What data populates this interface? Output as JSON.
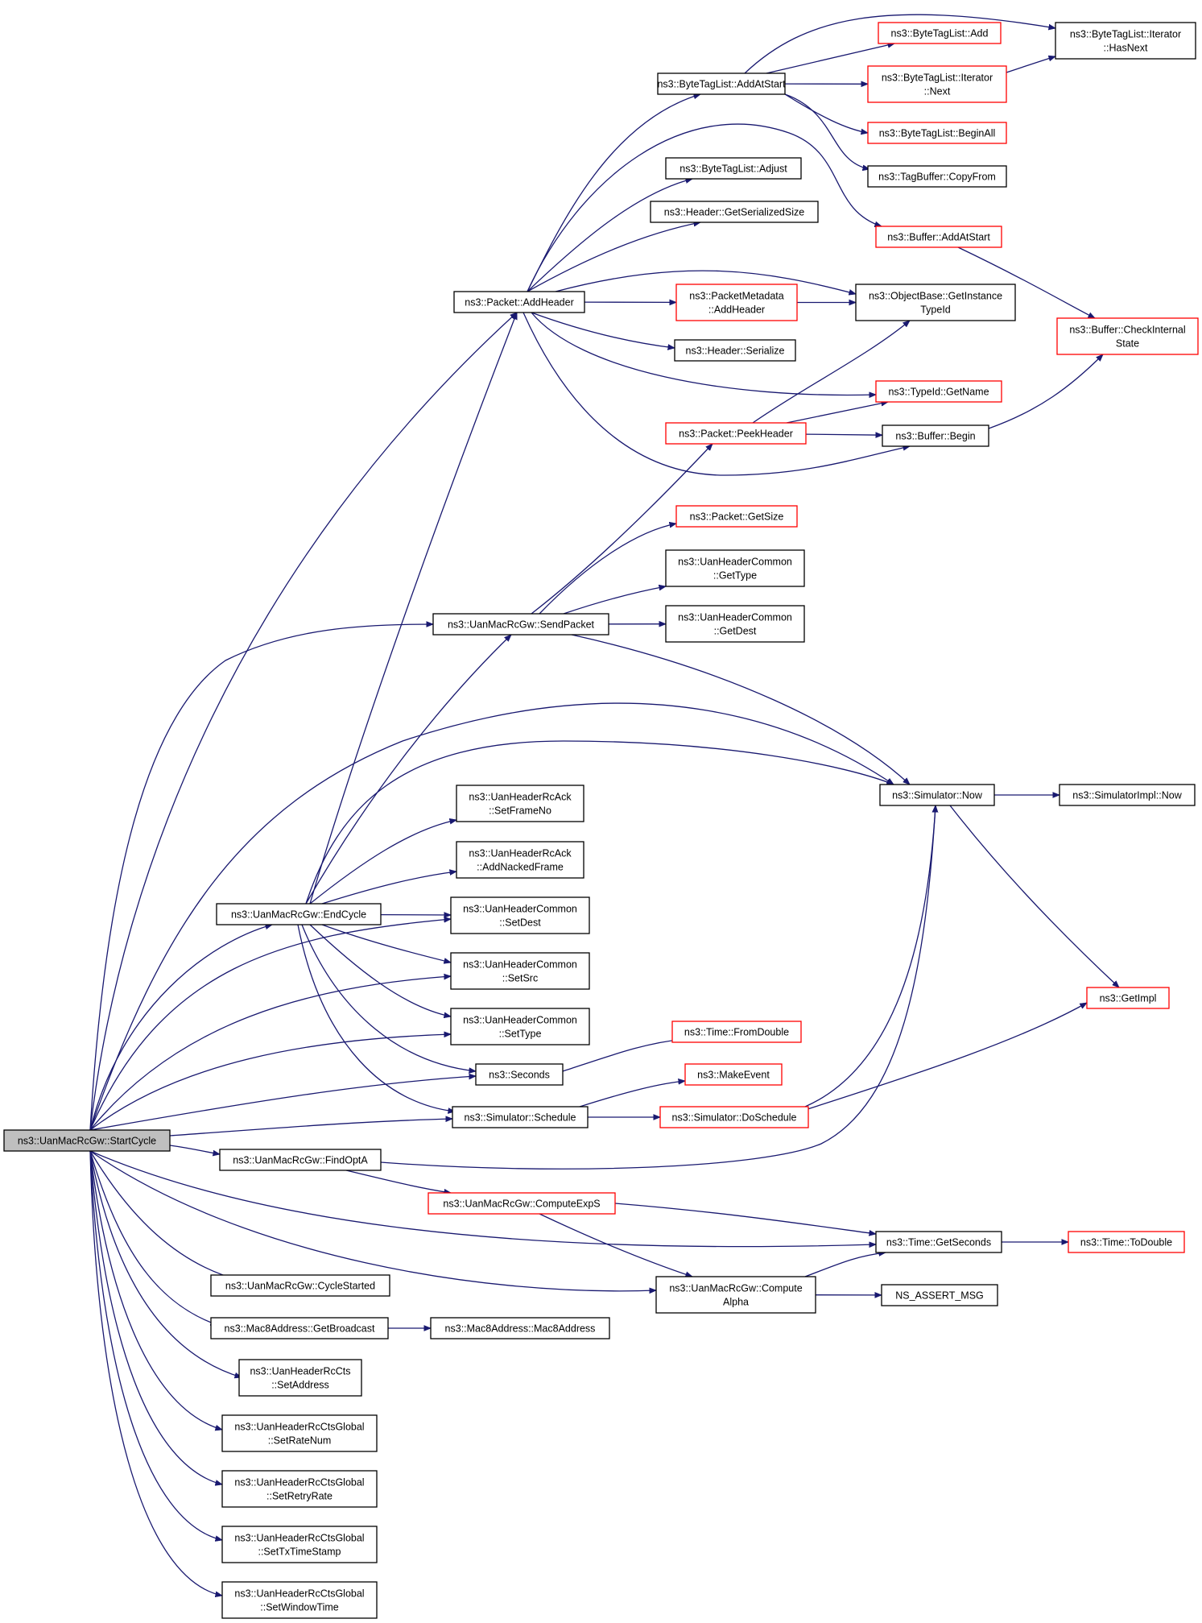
{
  "colors": {
    "edge": "#191970",
    "node_border": "#000000",
    "truncated_border": "#ff0000",
    "root_fill": "#bfbfbf",
    "background": "#ffffff"
  },
  "nodes": [
    {
      "id": "startcycle",
      "lines": [
        "ns3::UanMacRcGw::StartCycle"
      ],
      "kind": "root"
    },
    {
      "id": "bytetaglist-addatstart",
      "lines": [
        "ns3::ByteTagList::AddAtStart"
      ],
      "kind": "normal"
    },
    {
      "id": "bytetaglist-add",
      "lines": [
        "ns3::ByteTagList::Add"
      ],
      "kind": "truncated"
    },
    {
      "id": "iterator-hasnext",
      "lines": [
        "ns3::ByteTagList::Iterator",
        "::HasNext"
      ],
      "kind": "normal"
    },
    {
      "id": "iterator-next",
      "lines": [
        "ns3::ByteTagList::Iterator",
        "::Next"
      ],
      "kind": "truncated"
    },
    {
      "id": "bytetaglist-beginall",
      "lines": [
        "ns3::ByteTagList::BeginAll"
      ],
      "kind": "truncated"
    },
    {
      "id": "tagbuffer-copyfrom",
      "lines": [
        "ns3::TagBuffer::CopyFrom"
      ],
      "kind": "normal"
    },
    {
      "id": "bytetaglist-adjust",
      "lines": [
        "ns3::ByteTagList::Adjust"
      ],
      "kind": "normal"
    },
    {
      "id": "header-getserializedsize",
      "lines": [
        "ns3::Header::GetSerializedSize"
      ],
      "kind": "normal"
    },
    {
      "id": "buffer-addatstart",
      "lines": [
        "ns3::Buffer::AddAtStart"
      ],
      "kind": "truncated"
    },
    {
      "id": "packet-addheader",
      "lines": [
        "ns3::Packet::AddHeader"
      ],
      "kind": "normal"
    },
    {
      "id": "packetmetadata-addheader",
      "lines": [
        "ns3::PacketMetadata",
        "::AddHeader"
      ],
      "kind": "truncated"
    },
    {
      "id": "objectbase-getinstancetypeid",
      "lines": [
        "ns3::ObjectBase::GetInstance",
        "TypeId"
      ],
      "kind": "normal"
    },
    {
      "id": "buffer-checkinternalstate",
      "lines": [
        "ns3::Buffer::CheckInternal",
        "State"
      ],
      "kind": "truncated"
    },
    {
      "id": "header-serialize",
      "lines": [
        "ns3::Header::Serialize"
      ],
      "kind": "normal"
    },
    {
      "id": "typeid-getname",
      "lines": [
        "ns3::TypeId::GetName"
      ],
      "kind": "truncated"
    },
    {
      "id": "packet-peekheader",
      "lines": [
        "ns3::Packet::PeekHeader"
      ],
      "kind": "truncated"
    },
    {
      "id": "buffer-begin",
      "lines": [
        "ns3::Buffer::Begin"
      ],
      "kind": "normal"
    },
    {
      "id": "packet-getsize",
      "lines": [
        "ns3::Packet::GetSize"
      ],
      "kind": "truncated"
    },
    {
      "id": "uanheadercommon-gettype",
      "lines": [
        "ns3::UanHeaderCommon",
        "::GetType"
      ],
      "kind": "normal"
    },
    {
      "id": "uanmacrcgw-sendpacket",
      "lines": [
        "ns3::UanMacRcGw::SendPacket"
      ],
      "kind": "normal"
    },
    {
      "id": "uanheadercommon-getdest",
      "lines": [
        "ns3::UanHeaderCommon",
        "::GetDest"
      ],
      "kind": "normal"
    },
    {
      "id": "simulator-now",
      "lines": [
        "ns3::Simulator::Now"
      ],
      "kind": "normal"
    },
    {
      "id": "simulatorimpl-now",
      "lines": [
        "ns3::SimulatorImpl::Now"
      ],
      "kind": "normal"
    },
    {
      "id": "uanheaderrcack-setframeno",
      "lines": [
        "ns3::UanHeaderRcAck",
        "::SetFrameNo"
      ],
      "kind": "normal"
    },
    {
      "id": "uanheaderrcack-addnackedframe",
      "lines": [
        "ns3::UanHeaderRcAck",
        "::AddNackedFrame"
      ],
      "kind": "normal"
    },
    {
      "id": "uanmacrcgw-endcycle",
      "lines": [
        "ns3::UanMacRcGw::EndCycle"
      ],
      "kind": "normal"
    },
    {
      "id": "uanheadercommon-setdest",
      "lines": [
        "ns3::UanHeaderCommon",
        "::SetDest"
      ],
      "kind": "normal"
    },
    {
      "id": "uanheadercommon-setsrc",
      "lines": [
        "ns3::UanHeaderCommon",
        "::SetSrc"
      ],
      "kind": "normal"
    },
    {
      "id": "getimpl",
      "lines": [
        "ns3::GetImpl"
      ],
      "kind": "truncated"
    },
    {
      "id": "uanheadercommon-settype",
      "lines": [
        "ns3::UanHeaderCommon",
        "::SetType"
      ],
      "kind": "normal"
    },
    {
      "id": "time-fromdouble",
      "lines": [
        "ns3::Time::FromDouble"
      ],
      "kind": "truncated"
    },
    {
      "id": "seconds",
      "lines": [
        "ns3::Seconds"
      ],
      "kind": "normal"
    },
    {
      "id": "makeevent",
      "lines": [
        "ns3::MakeEvent"
      ],
      "kind": "truncated"
    },
    {
      "id": "simulator-schedule",
      "lines": [
        "ns3::Simulator::Schedule"
      ],
      "kind": "normal"
    },
    {
      "id": "simulator-doschedule",
      "lines": [
        "ns3::Simulator::DoSchedule"
      ],
      "kind": "truncated"
    },
    {
      "id": "uanmacrcgw-findopta",
      "lines": [
        "ns3::UanMacRcGw::FindOptA"
      ],
      "kind": "normal"
    },
    {
      "id": "uanmacrcgw-computeexps",
      "lines": [
        "ns3::UanMacRcGw::ComputeExpS"
      ],
      "kind": "truncated"
    },
    {
      "id": "time-getseconds",
      "lines": [
        "ns3::Time::GetSeconds"
      ],
      "kind": "normal"
    },
    {
      "id": "time-todouble",
      "lines": [
        "ns3::Time::ToDouble"
      ],
      "kind": "truncated"
    },
    {
      "id": "uanmacrcgw-cyclestarted",
      "lines": [
        "ns3::UanMacRcGw::CycleStarted"
      ],
      "kind": "normal"
    },
    {
      "id": "uanmacrcgw-computealpha",
      "lines": [
        "ns3::UanMacRcGw::Compute",
        "Alpha"
      ],
      "kind": "normal"
    },
    {
      "id": "ns-assert-msg",
      "lines": [
        "NS_ASSERT_MSG"
      ],
      "kind": "normal"
    },
    {
      "id": "mac8address-getbroadcast",
      "lines": [
        "ns3::Mac8Address::GetBroadcast"
      ],
      "kind": "normal"
    },
    {
      "id": "mac8address-mac8address",
      "lines": [
        "ns3::Mac8Address::Mac8Address"
      ],
      "kind": "normal"
    },
    {
      "id": "uanheaderrccts-setaddress",
      "lines": [
        "ns3::UanHeaderRcCts",
        "::SetAddress"
      ],
      "kind": "normal"
    },
    {
      "id": "uanheaderrcctsglobal-setratenum",
      "lines": [
        "ns3::UanHeaderRcCtsGlobal",
        "::SetRateNum"
      ],
      "kind": "normal"
    },
    {
      "id": "uanheaderrcctsglobal-setretryrate",
      "lines": [
        "ns3::UanHeaderRcCtsGlobal",
        "::SetRetryRate"
      ],
      "kind": "normal"
    },
    {
      "id": "uanheaderrcctsglobal-settxtimestamp",
      "lines": [
        "ns3::UanHeaderRcCtsGlobal",
        "::SetTxTimeStamp"
      ],
      "kind": "normal"
    },
    {
      "id": "uanheaderrcctsglobal-setwindowtime",
      "lines": [
        "ns3::UanHeaderRcCtsGlobal",
        "::SetWindowTime"
      ],
      "kind": "normal"
    }
  ],
  "edges": [
    [
      "startcycle",
      "packet-addheader"
    ],
    [
      "startcycle",
      "uanmacrcgw-sendpacket"
    ],
    [
      "startcycle",
      "simulator-now"
    ],
    [
      "startcycle",
      "uanmacrcgw-endcycle"
    ],
    [
      "startcycle",
      "uanheadercommon-setdest"
    ],
    [
      "startcycle",
      "uanheadercommon-setsrc"
    ],
    [
      "startcycle",
      "uanheadercommon-settype"
    ],
    [
      "startcycle",
      "seconds"
    ],
    [
      "startcycle",
      "simulator-schedule"
    ],
    [
      "startcycle",
      "uanmacrcgw-findopta"
    ],
    [
      "startcycle",
      "time-getseconds"
    ],
    [
      "startcycle",
      "uanmacrcgw-computealpha"
    ],
    [
      "startcycle",
      "uanmacrcgw-cyclestarted"
    ],
    [
      "startcycle",
      "mac8address-getbroadcast"
    ],
    [
      "startcycle",
      "uanheaderrccts-setaddress"
    ],
    [
      "startcycle",
      "uanheaderrcctsglobal-setratenum"
    ],
    [
      "startcycle",
      "uanheaderrcctsglobal-setretryrate"
    ],
    [
      "startcycle",
      "uanheaderrcctsglobal-settxtimestamp"
    ],
    [
      "startcycle",
      "uanheaderrcctsglobal-setwindowtime"
    ],
    [
      "packet-addheader",
      "bytetaglist-addatstart"
    ],
    [
      "packet-addheader",
      "bytetaglist-adjust"
    ],
    [
      "packet-addheader",
      "header-getserializedsize"
    ],
    [
      "packet-addheader",
      "buffer-addatstart"
    ],
    [
      "packet-addheader",
      "packetmetadata-addheader"
    ],
    [
      "packet-addheader",
      "objectbase-getinstancetypeid"
    ],
    [
      "packet-addheader",
      "header-serialize"
    ],
    [
      "packet-addheader",
      "typeid-getname"
    ],
    [
      "packet-addheader",
      "buffer-begin"
    ],
    [
      "bytetaglist-addatstart",
      "bytetaglist-add"
    ],
    [
      "bytetaglist-addatstart",
      "iterator-hasnext"
    ],
    [
      "bytetaglist-addatstart",
      "iterator-next"
    ],
    [
      "bytetaglist-addatstart",
      "bytetaglist-beginall"
    ],
    [
      "bytetaglist-addatstart",
      "tagbuffer-copyfrom"
    ],
    [
      "iterator-next",
      "iterator-hasnext"
    ],
    [
      "buffer-addatstart",
      "buffer-checkinternalstate"
    ],
    [
      "packetmetadata-addheader",
      "objectbase-getinstancetypeid"
    ],
    [
      "buffer-begin",
      "buffer-checkinternalstate"
    ],
    [
      "packet-peekheader",
      "objectbase-getinstancetypeid"
    ],
    [
      "packet-peekheader",
      "typeid-getname"
    ],
    [
      "packet-peekheader",
      "buffer-begin"
    ],
    [
      "uanmacrcgw-sendpacket",
      "packet-peekheader"
    ],
    [
      "uanmacrcgw-sendpacket",
      "packet-getsize"
    ],
    [
      "uanmacrcgw-sendpacket",
      "uanheadercommon-gettype"
    ],
    [
      "uanmacrcgw-sendpacket",
      "uanheadercommon-getdest"
    ],
    [
      "uanmacrcgw-sendpacket",
      "simulator-now"
    ],
    [
      "simulator-now",
      "simulatorimpl-now"
    ],
    [
      "simulator-now",
      "getimpl"
    ],
    [
      "uanmacrcgw-endcycle",
      "packet-addheader"
    ],
    [
      "uanmacrcgw-endcycle",
      "uanmacrcgw-sendpacket"
    ],
    [
      "uanmacrcgw-endcycle",
      "simulator-now"
    ],
    [
      "uanmacrcgw-endcycle",
      "uanheaderrcack-setframeno"
    ],
    [
      "uanmacrcgw-endcycle",
      "uanheaderrcack-addnackedframe"
    ],
    [
      "uanmacrcgw-endcycle",
      "uanheadercommon-setdest"
    ],
    [
      "uanmacrcgw-endcycle",
      "uanheadercommon-setsrc"
    ],
    [
      "uanmacrcgw-endcycle",
      "uanheadercommon-settype"
    ],
    [
      "uanmacrcgw-endcycle",
      "seconds"
    ],
    [
      "uanmacrcgw-endcycle",
      "simulator-schedule"
    ],
    [
      "seconds",
      "time-fromdouble"
    ],
    [
      "simulator-schedule",
      "makeevent"
    ],
    [
      "simulator-schedule",
      "simulator-doschedule"
    ],
    [
      "simulator-doschedule",
      "simulator-now"
    ],
    [
      "simulator-doschedule",
      "getimpl"
    ],
    [
      "uanmacrcgw-findopta",
      "simulator-now"
    ],
    [
      "uanmacrcgw-findopta",
      "uanmacrcgw-computeexps"
    ],
    [
      "uanmacrcgw-computeexps",
      "time-getseconds"
    ],
    [
      "uanmacrcgw-computeexps",
      "uanmacrcgw-computealpha"
    ],
    [
      "time-getseconds",
      "time-todouble"
    ],
    [
      "uanmacrcgw-computealpha",
      "time-getseconds"
    ],
    [
      "uanmacrcgw-computealpha",
      "ns-assert-msg"
    ],
    [
      "mac8address-getbroadcast",
      "mac8address-mac8address"
    ]
  ]
}
